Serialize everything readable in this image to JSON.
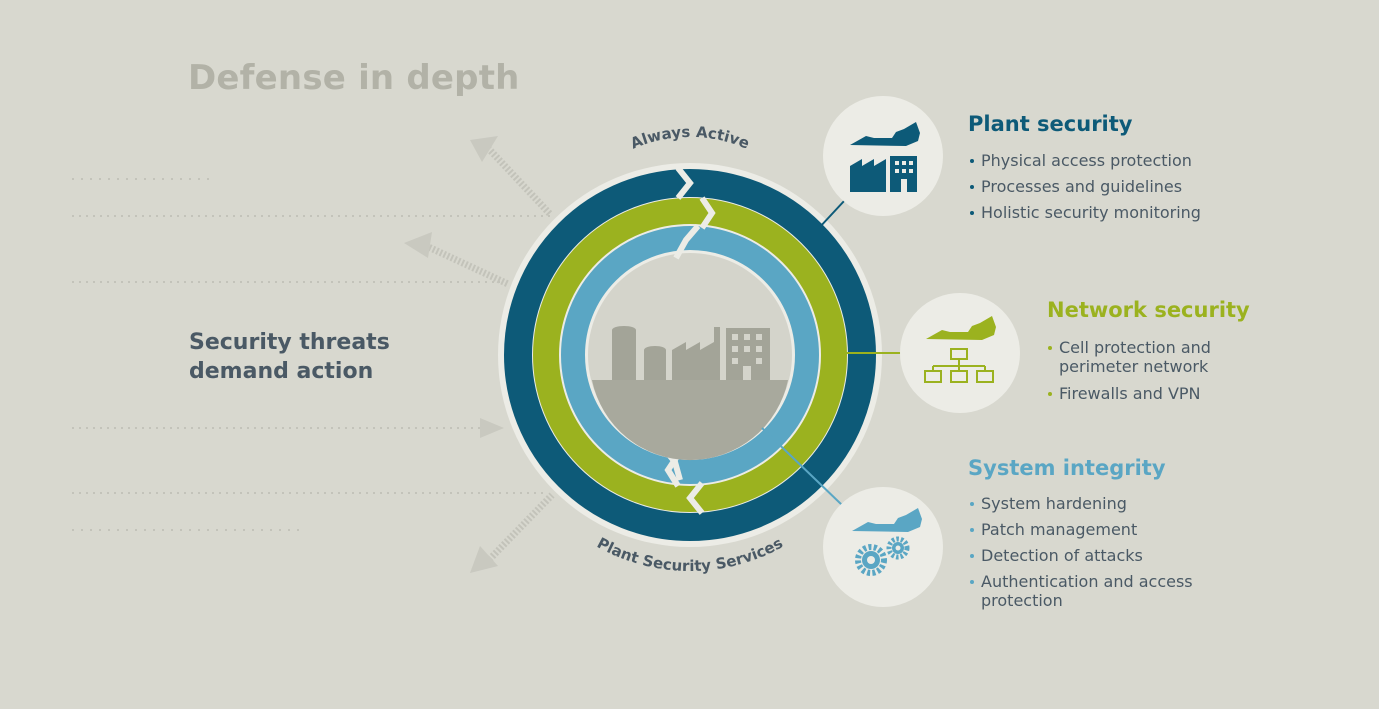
{
  "title": "Defense in depth",
  "threats": {
    "line1": "Security threats",
    "line2": "demand action"
  },
  "ring_labels": {
    "top": "Always Active",
    "bottom": "Plant Security Services"
  },
  "sections": {
    "plant": {
      "title": "Plant security",
      "items": [
        "Physical access protection",
        "Processes and guidelines",
        "Holistic security monitoring"
      ]
    },
    "network": {
      "title": "Network security",
      "items": [
        "Cell protection and",
        "perimeter network",
        "Firewalls and VPN"
      ]
    },
    "system": {
      "title": "System integrity",
      "items": [
        "System hardening",
        "Patch management",
        "Detection of attacks",
        "Authentication and access",
        "protection"
      ]
    }
  },
  "colors": {
    "background": "#d8d8cf",
    "plant": "#0d5a78",
    "network": "#9bb21f",
    "system": "#5aa6c4",
    "text": "#4a5965",
    "title": "#b2b2a7"
  },
  "icons": [
    "hand-icon",
    "factory-icon",
    "network-diagram-icon",
    "gears-icon"
  ]
}
